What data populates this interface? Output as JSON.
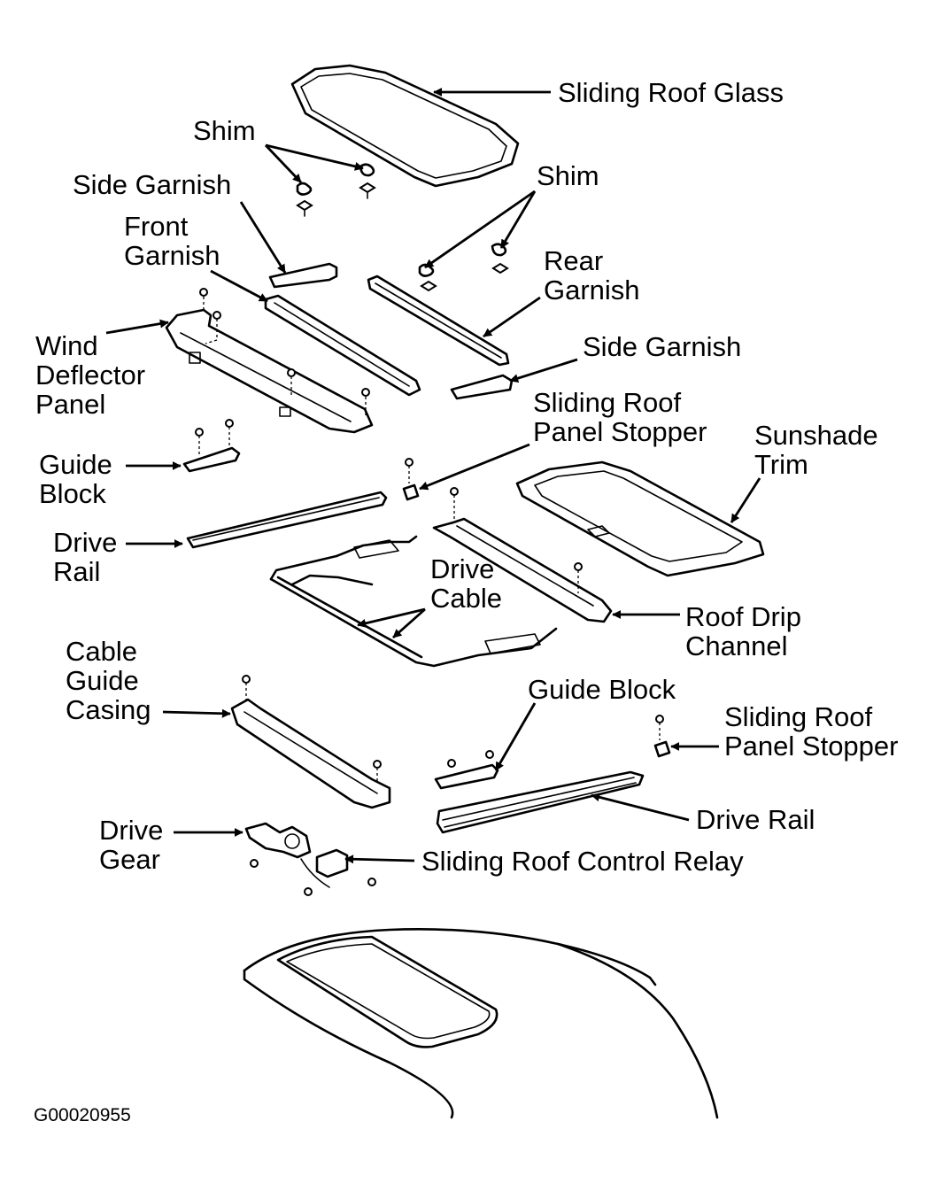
{
  "labels": {
    "sliding_roof_glass": "Sliding Roof Glass",
    "shim_left": "Shim",
    "shim_right": "Shim",
    "side_garnish_left": "Side Garnish",
    "front_garnish": "Front\nGarnish",
    "rear_garnish": "Rear\nGarnish",
    "wind_deflector_panel": "Wind\nDeflector\nPanel",
    "side_garnish_right": "Side Garnish",
    "sliding_roof_panel_stopper_upper": "Sliding Roof\nPanel Stopper",
    "sunshade_trim": "Sunshade\nTrim",
    "guide_block_left": "Guide\nBlock",
    "drive_rail_left": "Drive\nRail",
    "drive_cable": "Drive\nCable",
    "roof_drip_channel": "Roof Drip\nChannel",
    "cable_guide_casing": "Cable\nGuide\nCasing",
    "guide_block_right": "Guide Block",
    "sliding_roof_panel_stopper_lower": "Sliding Roof\nPanel Stopper",
    "drive_rail_right": "Drive Rail",
    "drive_gear": "Drive\nGear",
    "sliding_roof_control_relay": "Sliding Roof Control Relay"
  },
  "figure_code": "G00020955"
}
